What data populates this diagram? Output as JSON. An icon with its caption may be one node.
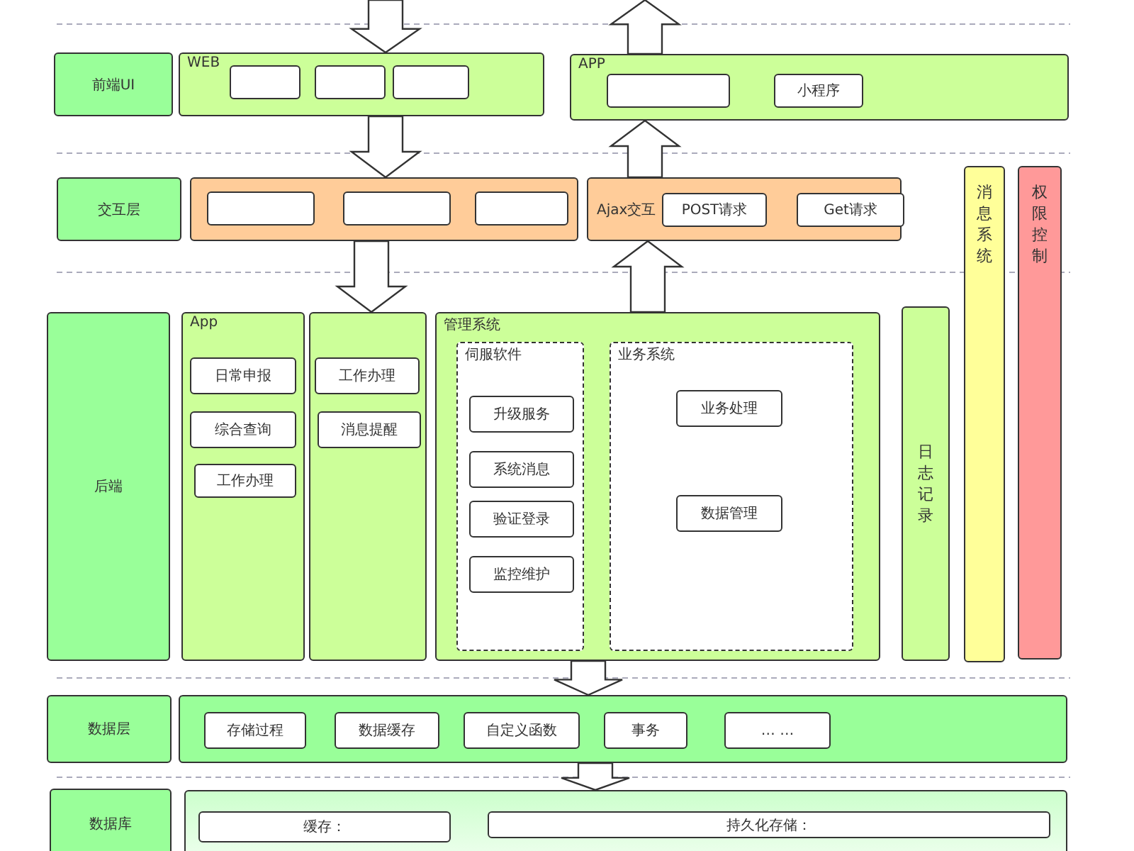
{
  "diagram": {
    "nodes": [
      {
        "text": [
          "前端UI"
        ]
      },
      {
        "text": [
          "WEB"
        ]
      },
      {
        "text": [],
        "shape": "box",
        "in": 1
      },
      {
        "text": [],
        "shape": "box",
        "in": 1
      },
      {
        "text": [],
        "shape": "box",
        "in": 1
      },
      {
        "text": [
          "APP"
        ]
      },
      {
        "text": [],
        "shape": "box",
        "in": 5
      },
      {
        "text": [
          "小程序"
        ],
        "in": 5
      },
      {
        "text": [
          "交互层"
        ]
      },
      {
        "text": [],
        "shape": "box"
      },
      {
        "text": [],
        "shape": "box",
        "in": 9
      },
      {
        "text": [],
        "shape": "box",
        "in": 9
      },
      {
        "text": [],
        "shape": "box",
        "in": 9
      },
      {
        "text": [
          "Ajax交互"
        ]
      },
      {
        "text": [
          "POST请求"
        ],
        "in": 13
      },
      {
        "text": [
          "Get请求"
        ],
        "in": 13
      },
      {
        "text": [
          "后端"
        ]
      },
      {
        "text": [
          "App"
        ]
      },
      {
        "text": [
          "日常申报"
        ],
        "in": 17
      },
      {
        "text": [
          "综合查询"
        ],
        "in": 17
      },
      {
        "text": [
          "工作办理"
        ],
        "in": 17
      },
      {
        "text": [],
        "shape": "box"
      },
      {
        "text": [
          "工作办理"
        ],
        "in": 21
      },
      {
        "text": [
          "消息提醒"
        ],
        "in": 21
      },
      {
        "text": [
          "管理系统"
        ]
      },
      {
        "text": [
          "伺服软件"
        ],
        "in": 24
      },
      {
        "text": [
          "升级服务"
        ],
        "in": 25
      },
      {
        "text": [
          "系统消息"
        ],
        "in": 25
      },
      {
        "text": [
          "验证登录"
        ],
        "in": 25
      },
      {
        "text": [
          "监控维护"
        ],
        "in": 25
      },
      {
        "text": [
          "业务系统"
        ],
        "in": 24
      },
      {
        "text": [
          "业务处理"
        ],
        "in": 30
      },
      {
        "text": [
          "数据管理"
        ],
        "in": 30
      },
      {
        "text": [
          "日志记录"
        ]
      },
      {
        "text": [
          "消息系统"
        ]
      },
      {
        "text": [
          "权限控制"
        ]
      },
      {
        "text": [
          "数据层"
        ]
      },
      {
        "text": [],
        "shape": "box"
      },
      {
        "text": [
          "存储过程"
        ],
        "in": 37
      },
      {
        "text": [
          "数据缓存"
        ],
        "in": 37
      },
      {
        "text": [
          "自定义函数"
        ],
        "in": 37
      },
      {
        "text": [
          "事务"
        ],
        "in": 37
      },
      {
        "text": [
          "… …"
        ],
        "in": 37
      },
      {
        "text": [
          "数据库"
        ]
      },
      {
        "text": [],
        "shape": "box"
      },
      {
        "text": [
          "缓存："
        ],
        "in": 44
      },
      {
        "text": [
          "持久化存储："
        ],
        "in": 44
      }
    ],
    "edges": [
      {
        "from": null,
        "to": 1,
        "arrow": "to"
      },
      {
        "from": 5,
        "to": null,
        "arrow": "to"
      },
      {
        "from": 1,
        "to": 9,
        "arrow": "to"
      },
      {
        "from": 13,
        "to": 5,
        "arrow": "to"
      },
      {
        "from": 9,
        "to": 21,
        "arrow": "to"
      },
      {
        "from": 24,
        "to": 13,
        "arrow": "to"
      },
      {
        "from": 24,
        "to": 37,
        "arrow": "to"
      },
      {
        "from": 37,
        "to": 44,
        "arrow": "to"
      }
    ]
  }
}
